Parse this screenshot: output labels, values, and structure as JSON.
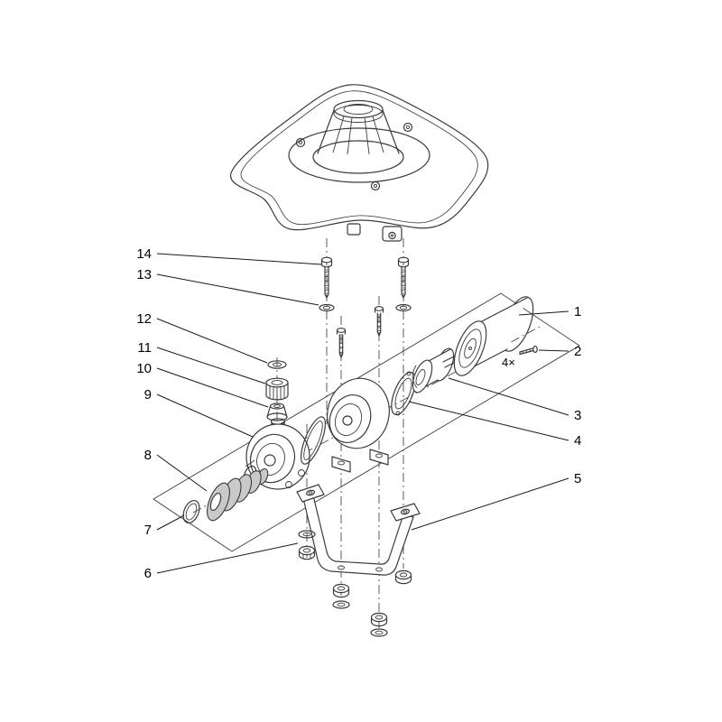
{
  "figure": {
    "kind": "exploded-parts-diagram",
    "background_color": "#ffffff",
    "line_color": "#3b3b3b",
    "shade_color": "#c9c9c9",
    "annotation_4x": "4×",
    "callouts": [
      {
        "number": "14",
        "side": "left"
      },
      {
        "number": "13",
        "side": "left"
      },
      {
        "number": "12",
        "side": "left"
      },
      {
        "number": "11",
        "side": "left"
      },
      {
        "number": "10",
        "side": "left"
      },
      {
        "number": "9",
        "side": "left"
      },
      {
        "number": "8",
        "side": "left"
      },
      {
        "number": "7",
        "side": "left"
      },
      {
        "number": "6",
        "side": "left"
      },
      {
        "number": "1",
        "side": "right"
      },
      {
        "number": "2",
        "side": "right"
      },
      {
        "number": "3",
        "side": "right"
      },
      {
        "number": "4",
        "side": "right"
      },
      {
        "number": "5",
        "side": "right"
      }
    ]
  }
}
